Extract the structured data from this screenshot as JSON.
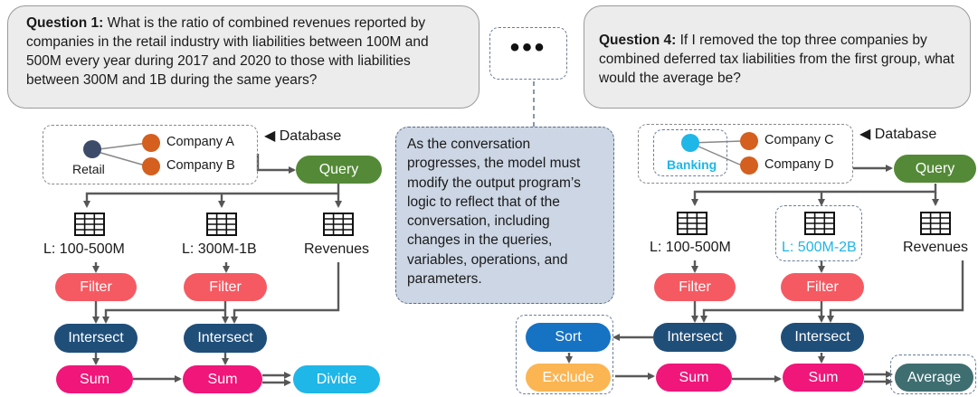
{
  "question1": {
    "label": "Question 1:",
    "text": " What is the ratio of combined revenues reported by companies in the retail industry with liabilities between 100M and 500M every year during 2017 and 2020 to those with liabilities between 300M and 1B during the same years?"
  },
  "question4": {
    "label": "Question 4:",
    "text": " If I removed the top three companies by combined deferred tax liabilities from the first group, what would the average be?"
  },
  "ellipsis": "•••",
  "note": "As the conversation progresses, the model must modify the output program’s logic to reflect that of the conversation, including changes in the queries, variables, operations, and parameters.",
  "left": {
    "database_label": "Database",
    "retail": "Retail",
    "company_a": "Company A",
    "company_b": "Company B",
    "query": "Query",
    "tables": [
      "L: 100-500M",
      "L: 300M-1B",
      "Revenues"
    ],
    "filter1": "Filter",
    "filter2": "Filter",
    "intersect1": "Intersect",
    "intersect2": "Intersect",
    "sum1": "Sum",
    "sum2": "Sum",
    "divide": "Divide"
  },
  "right": {
    "database_label": "Database",
    "banking": "Banking",
    "company_c": "Company C",
    "company_d": "Company D",
    "query": "Query",
    "tables": [
      "L: 100-500M",
      "L: 500M-2B",
      "Revenues"
    ],
    "filter1": "Filter",
    "filter2": "Filter",
    "intersect1": "Intersect",
    "intersect2": "Intersect",
    "sort": "Sort",
    "exclude": "Exclude",
    "sum1": "Sum",
    "sum2": "Sum",
    "average": "Average"
  },
  "colors": {
    "query": "#548a37",
    "filter": "#f55a63",
    "intersect": "#1f4e79",
    "sum": "#f0167a",
    "divide": "#1fb6e8",
    "sort": "#1672c3",
    "exclude": "#fbb553",
    "average": "#3f6e71",
    "highlight": "#1fb6e8"
  }
}
